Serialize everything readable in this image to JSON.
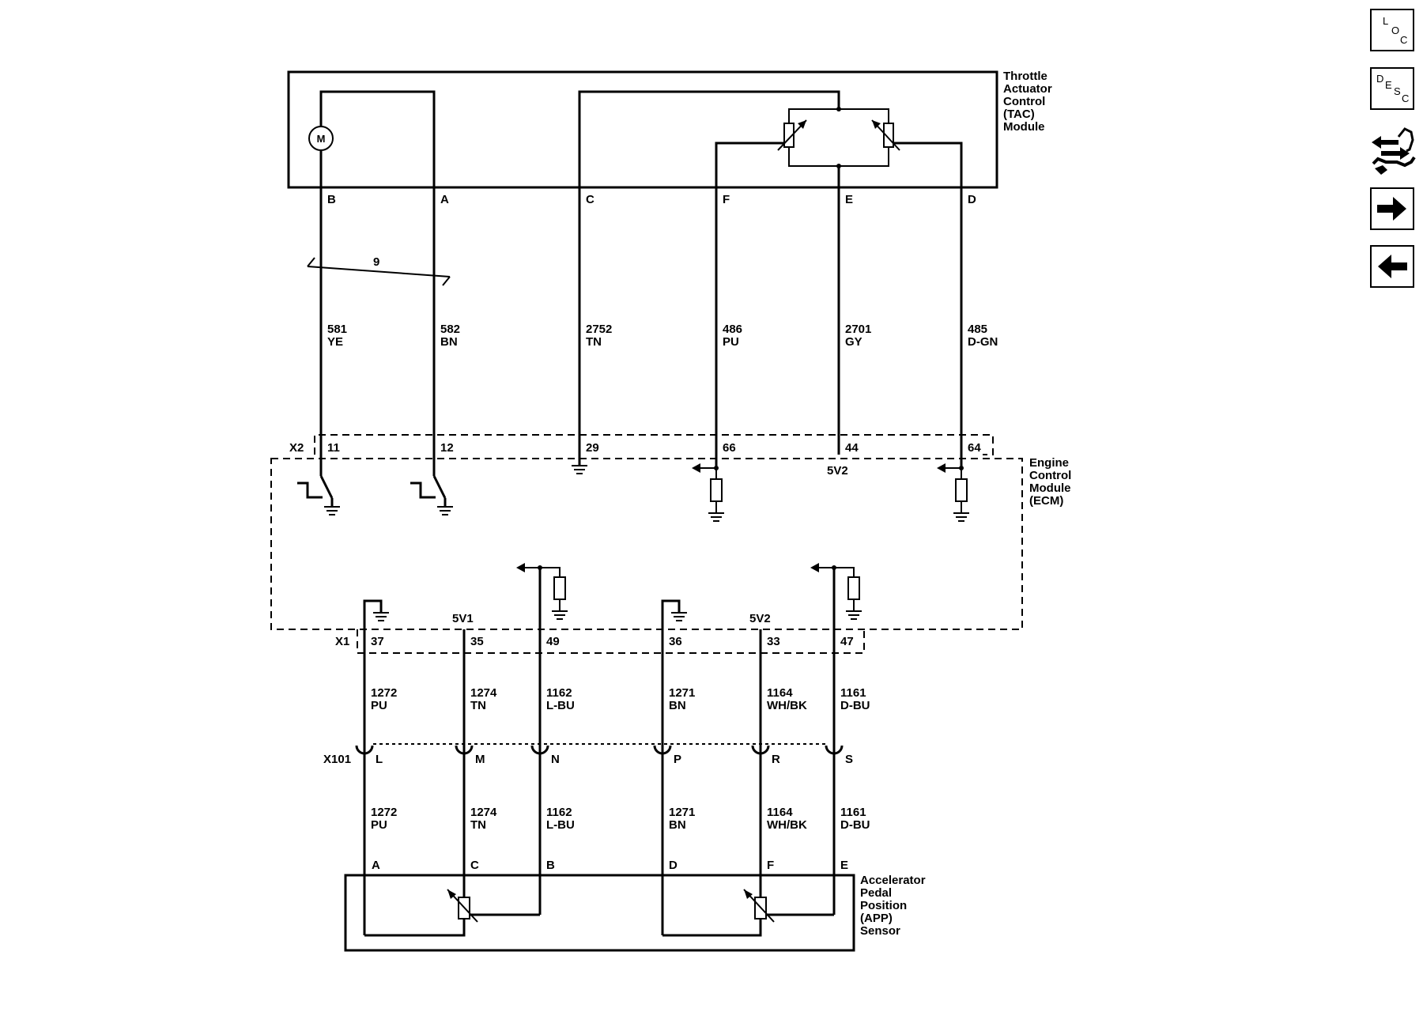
{
  "tac_module": {
    "name_lines": [
      "Throttle",
      "Actuator",
      "Control",
      "(TAC)",
      "Module"
    ],
    "motor_label": "M",
    "pins": [
      "B",
      "A",
      "C",
      "F",
      "E",
      "D"
    ]
  },
  "shield_number": "9",
  "upper_wires": [
    {
      "circuit": "581",
      "color": "YE"
    },
    {
      "circuit": "582",
      "color": "BN"
    },
    {
      "circuit": "2752",
      "color": "TN"
    },
    {
      "circuit": "486",
      "color": "PU"
    },
    {
      "circuit": "2701",
      "color": "GY"
    },
    {
      "circuit": "485",
      "color": "D-GN"
    }
  ],
  "ecm": {
    "name_lines": [
      "Engine",
      "Control",
      "Module",
      "(ECM)"
    ],
    "x2_connector": "X2",
    "x2_pins": [
      "11",
      "12",
      "29",
      "66",
      "44",
      "64"
    ],
    "x2_ref_label": "5V2",
    "x1_connector": "X1",
    "x1_pins": [
      "37",
      "35",
      "49",
      "36",
      "33",
      "47"
    ],
    "x1_ref_labels": [
      "5V1",
      "5V2"
    ]
  },
  "lower_wires": [
    {
      "circuit": "1272",
      "color": "PU"
    },
    {
      "circuit": "1274",
      "color": "TN"
    },
    {
      "circuit": "1162",
      "color": "L-BU"
    },
    {
      "circuit": "1271",
      "color": "BN"
    },
    {
      "circuit": "1164",
      "color": "WH/BK"
    },
    {
      "circuit": "1161",
      "color": "D-BU"
    }
  ],
  "inline_connector": {
    "name": "X101",
    "pins": [
      "L",
      "M",
      "N",
      "P",
      "R",
      "S"
    ]
  },
  "app_sensor": {
    "name_lines": [
      "Accelerator",
      "Pedal",
      "Position",
      "(APP)",
      "Sensor"
    ],
    "pins": [
      "A",
      "C",
      "B",
      "D",
      "F",
      "E"
    ]
  },
  "nav": {
    "loc_letters": [
      "L",
      "O",
      "C"
    ],
    "desc_letters": [
      "D",
      "E",
      "S",
      "C"
    ],
    "icons": [
      "connector-icon",
      "next-arrow-icon",
      "prev-arrow-icon"
    ]
  }
}
